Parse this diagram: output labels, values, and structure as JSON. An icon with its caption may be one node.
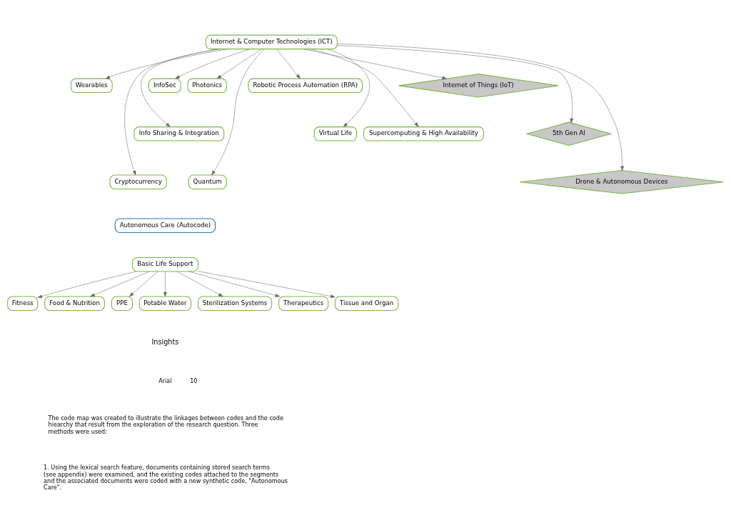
{
  "diagram": {
    "nodes": [
      {
        "text": [
          "Internet & Computer Technologies (ICT)"
        ]
      },
      {
        "text": [
          "Wearables"
        ]
      },
      {
        "text": [
          "Cryptocurrency"
        ]
      },
      {
        "text": [
          "Info Sharing & Integration"
        ]
      },
      {
        "text": [
          "InfoSec"
        ]
      },
      {
        "text": [
          "Photonics"
        ]
      },
      {
        "text": [
          "Quantum"
        ]
      },
      {
        "text": [
          "Robotic Process Automation (RPA)"
        ]
      },
      {
        "text": [
          "Virtual Life"
        ]
      },
      {
        "text": [
          "Supercomputing & High Availability"
        ]
      },
      {
        "text": [
          "Internet of Things (IoT)"
        ]
      },
      {
        "text": [
          "5th Gen AI"
        ]
      },
      {
        "text": [
          "Drone & Autonomous Devices"
        ]
      },
      {
        "text": [
          "Autonomous Care (Autocode)"
        ]
      },
      {
        "text": [
          "Basic Life Support"
        ]
      },
      {
        "text": [
          "Fitness"
        ]
      },
      {
        "text": [
          "Food & Nutrition"
        ]
      },
      {
        "text": [
          "PPE"
        ]
      },
      {
        "text": [
          "Potable Water"
        ]
      },
      {
        "text": [
          "Sterilization Systems"
        ]
      },
      {
        "text": [
          "Therapeutics"
        ]
      },
      {
        "text": [
          "Tissue and Organ"
        ]
      }
    ],
    "edges": [
      {
        "from": 0,
        "to": 1,
        "arrow": "to"
      },
      {
        "from": 0,
        "to": 2,
        "arrow": "to"
      },
      {
        "from": 0,
        "to": 3,
        "arrow": "to"
      },
      {
        "from": 0,
        "to": 4,
        "arrow": "to"
      },
      {
        "from": 0,
        "to": 5,
        "arrow": "to"
      },
      {
        "from": 0,
        "to": 6,
        "arrow": "to"
      },
      {
        "from": 0,
        "to": 7,
        "arrow": "to"
      },
      {
        "from": 0,
        "to": 8,
        "arrow": "to"
      },
      {
        "from": 0,
        "to": 9,
        "arrow": "to"
      },
      {
        "from": 0,
        "to": 10,
        "arrow": "to"
      },
      {
        "from": 0,
        "to": 11,
        "arrow": "to"
      },
      {
        "from": 0,
        "to": 12,
        "arrow": "to"
      },
      {
        "from": 14,
        "to": 15,
        "arrow": "to"
      },
      {
        "from": 14,
        "to": 16,
        "arrow": "to"
      },
      {
        "from": 14,
        "to": 17,
        "arrow": "to"
      },
      {
        "from": 14,
        "to": 18,
        "arrow": "to"
      },
      {
        "from": 14,
        "to": 19,
        "arrow": "to"
      },
      {
        "from": 14,
        "to": 20,
        "arrow": "to"
      },
      {
        "from": 14,
        "to": 21,
        "arrow": "to"
      }
    ],
    "labels": [
      "Insights",
      "Arial",
      "10",
      "The code map was created to illustrate the linkages between codes and the code hiearchy that result from the exploration of the research question. Three methods were used:",
      "1. Using the lexical search feature, documents containing stored search terms (see appendix) were examined, and the existing codes attached to the segments and the associated documents were coded with a new synthetic code, \"Autonomous Care\"."
    ]
  }
}
